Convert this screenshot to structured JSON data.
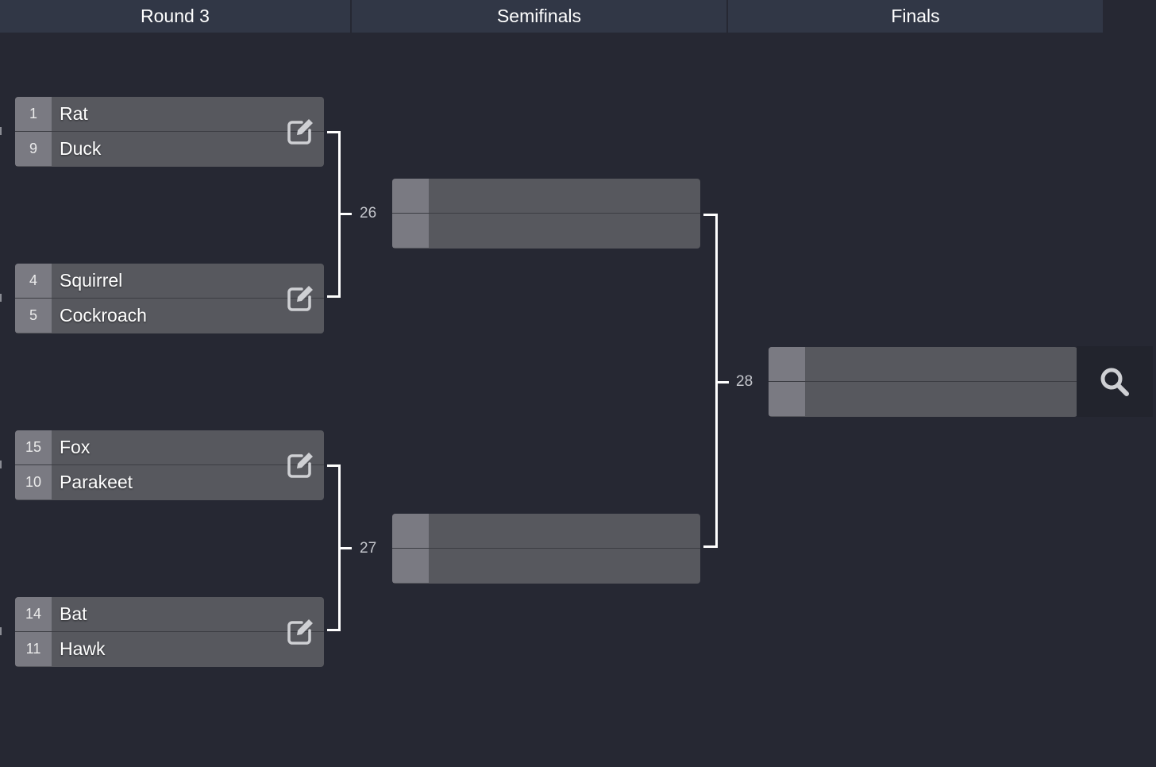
{
  "rounds": [
    {
      "label": "Round 3"
    },
    {
      "label": "Semifinals"
    },
    {
      "label": "Finals"
    }
  ],
  "round3_matches": [
    {
      "top": {
        "seed": "1",
        "name": "Rat"
      },
      "bottom": {
        "seed": "9",
        "name": "Duck"
      }
    },
    {
      "top": {
        "seed": "4",
        "name": "Squirrel"
      },
      "bottom": {
        "seed": "5",
        "name": "Cockroach"
      }
    },
    {
      "top": {
        "seed": "15",
        "name": "Fox"
      },
      "bottom": {
        "seed": "10",
        "name": "Parakeet"
      }
    },
    {
      "top": {
        "seed": "14",
        "name": "Bat"
      },
      "bottom": {
        "seed": "11",
        "name": "Hawk"
      }
    }
  ],
  "match_numbers": {
    "semifinal_1": "26",
    "semifinal_2": "27",
    "final": "28"
  },
  "icons": {
    "edit": "edit-icon",
    "search": "search-icon"
  },
  "colors": {
    "background": "#262833",
    "header": "#313746",
    "match": "#57585e",
    "seed": "#7a7a82",
    "connector": "#ffffff"
  }
}
